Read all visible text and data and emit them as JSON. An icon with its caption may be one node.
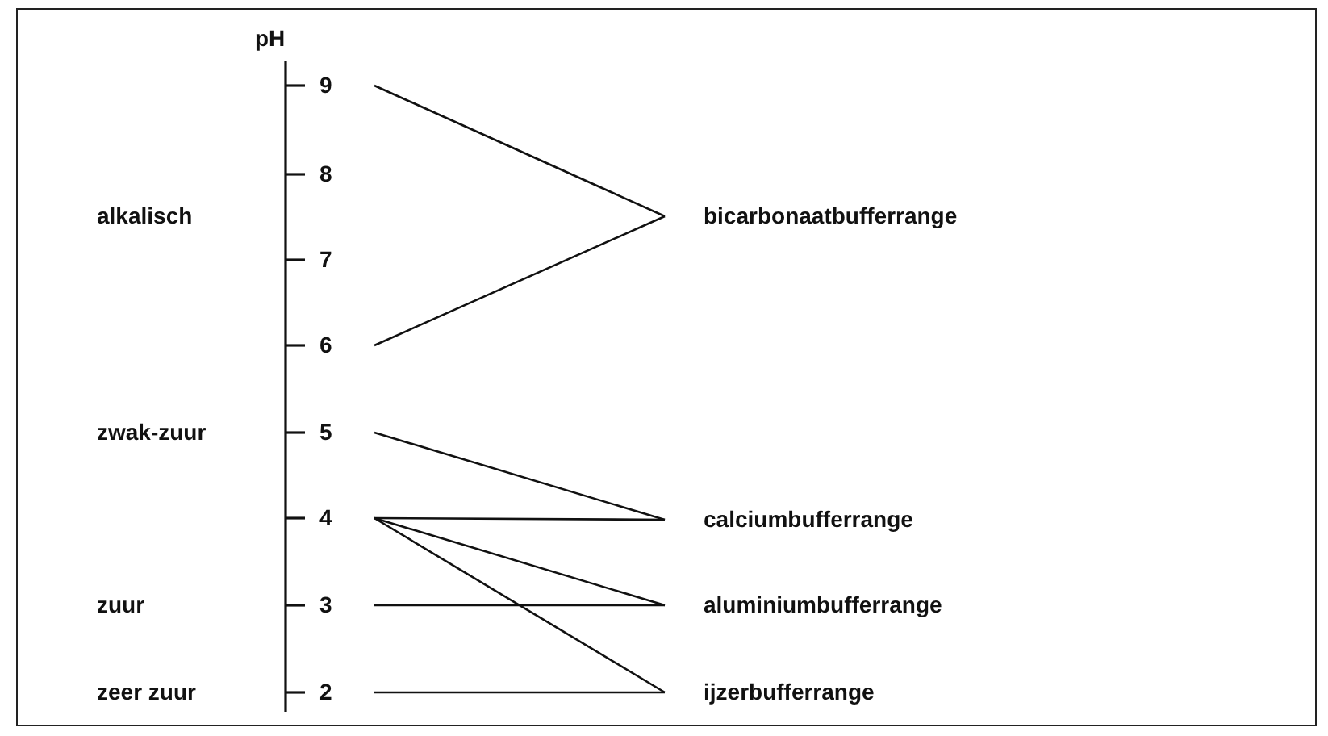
{
  "diagram": {
    "nodes": [
      {
        "text": [
          "9"
        ]
      },
      {
        "text": [
          "8"
        ]
      },
      {
        "text": [
          "7"
        ]
      },
      {
        "text": [
          "6"
        ]
      },
      {
        "text": [
          "5"
        ]
      },
      {
        "text": [
          "4"
        ]
      },
      {
        "text": [
          "3"
        ]
      },
      {
        "text": [
          "2"
        ]
      },
      {
        "text": [
          "bicarbonaatbufferrange"
        ]
      },
      {
        "text": [
          "calciumbufferrange"
        ]
      },
      {
        "text": [
          "aluminiumbufferrange"
        ]
      },
      {
        "text": [
          "ijzerbufferrange"
        ]
      }
    ],
    "edges": [
      {
        "from": 0,
        "to": 8,
        "arrow": "none"
      },
      {
        "from": 3,
        "to": 8,
        "arrow": "none"
      },
      {
        "from": 4,
        "to": 9,
        "arrow": "none"
      },
      {
        "from": 5,
        "to": 9,
        "arrow": "none"
      },
      {
        "from": 5,
        "to": 10,
        "arrow": "none"
      },
      {
        "from": 6,
        "to": 10,
        "arrow": "none"
      },
      {
        "from": 5,
        "to": 11,
        "arrow": "none"
      },
      {
        "from": 7,
        "to": 11,
        "arrow": "none"
      }
    ],
    "labels": [
      "pH",
      "alkalisch",
      "zwak-zuur",
      "zuur",
      "zeer zuur"
    ]
  }
}
